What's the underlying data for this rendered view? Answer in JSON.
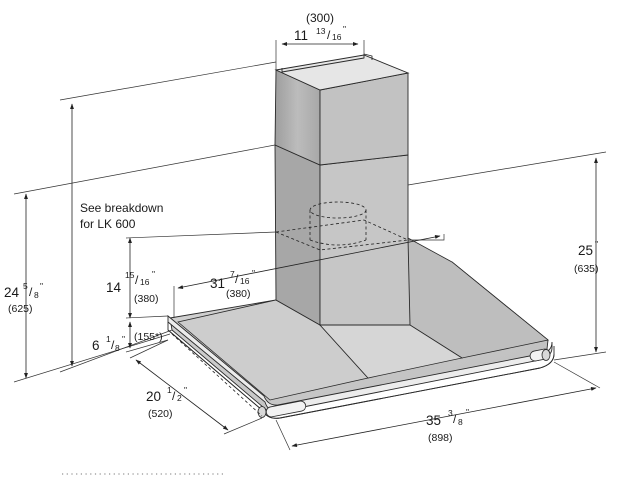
{
  "dimensions": {
    "top_width": {
      "value": "11",
      "num": "13",
      "den": "16",
      "unit": "\"",
      "metric": "(300)"
    },
    "overall_height": {
      "line1": "See breakdown",
      "line2": "for LK 600"
    },
    "left_height": {
      "value": "24",
      "num": "5",
      "den": "8",
      "unit": "\"",
      "metric": "(625)"
    },
    "right_height": {
      "value": "25",
      "unit": "\"",
      "metric": "(635)"
    },
    "chimney_height": {
      "value": "14",
      "num": "15",
      "den": "16",
      "unit": "\"",
      "metric": "(380)"
    },
    "chimney_width": {
      "value": "31",
      "num": "7",
      "den": "16",
      "unit": "\"",
      "metric": "(380)"
    },
    "canopy_height": {
      "value": "6",
      "num": "1",
      "den": "8",
      "unit": "\"",
      "metric": "(155*)"
    },
    "depth": {
      "value": "20",
      "num": "1",
      "den": "2",
      "unit": "\"",
      "metric": "(520)"
    },
    "width": {
      "value": "35",
      "num": "3",
      "den": "8",
      "unit": "\"",
      "metric": "(898)"
    }
  },
  "colors": {
    "chimney_front": "#b3b3b3",
    "chimney_side": "#cfcfcf",
    "canopy_top": "#c8c8c8",
    "canopy_edge": "#e8e8e8"
  }
}
